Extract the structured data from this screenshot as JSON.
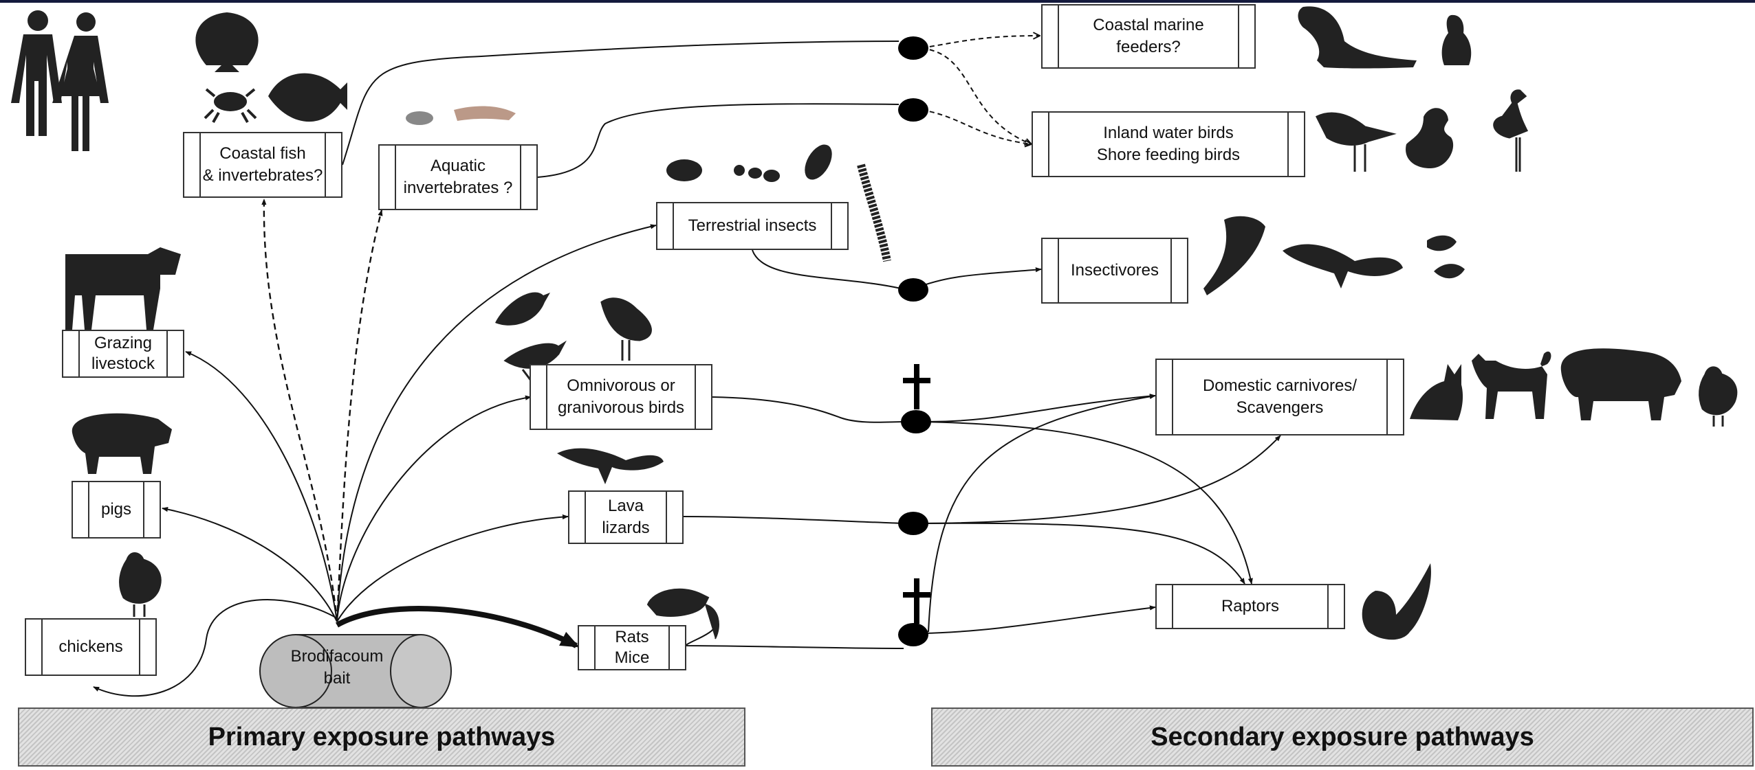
{
  "nodes": {
    "coastal_fish": "Coastal fish\n& invertebrates?",
    "aquatic_invertebrates": "Aquatic\ninvertebrates ?",
    "terrestrial_insects": "Terrestrial insects",
    "grazing_livestock": "Grazing\nlivestock",
    "pigs": "pigs",
    "chickens": "chickens",
    "omnivorous_birds": "Omnivorous or\ngranivorous birds",
    "lava_lizards": "Lava\nlizards",
    "rats_mice": "Rats\nMice",
    "coastal_marine_feeders": "Coastal marine\nfeeders?",
    "inland_water_birds": "Inland water birds\nShore feeding birds",
    "insectivores": "Insectivores",
    "domestic_carnivores": "Domestic carnivores/\nScavengers",
    "raptors": "Raptors"
  },
  "bait": {
    "label": "Brodifacoum\nbait"
  },
  "footer": {
    "primary": "Primary exposure pathways",
    "secondary": "Secondary exposure pathways"
  },
  "icons": [
    "human-silhouettes-icon",
    "scallop-shell-icon",
    "crab-icon",
    "angelfish-icon",
    "small-fish-icon",
    "shrimp-icon",
    "beetle-icon",
    "ant-icon",
    "cockroach-icon",
    "centipede-icon",
    "cow-icon",
    "pig-icon",
    "chicken-icon",
    "finch-icon",
    "wading-bird-icon",
    "lizard-icon",
    "rat-icon",
    "sea-lion-icon",
    "penguin-icon",
    "duck-icon",
    "flamingo-icon",
    "mockingbird-icon",
    "cat-icon",
    "dog-icon",
    "owl-icon",
    "cross-icon",
    "node-dot-icon"
  ],
  "colors": {
    "ink": "#111111",
    "topbar": "#141a3d",
    "footer_fill": "#d0d0d0"
  }
}
